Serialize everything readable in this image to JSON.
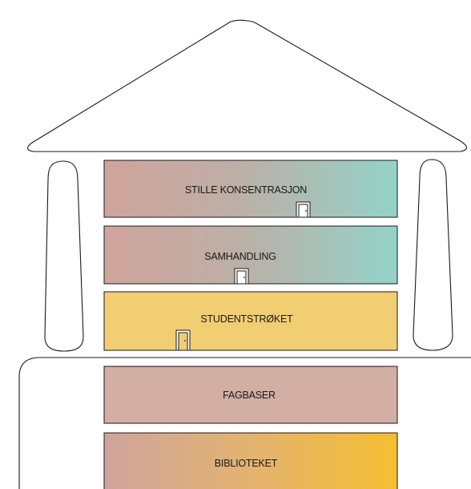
{
  "building": {
    "floors": [
      {
        "key": "stille",
        "label": "STILLE KONSENTRASJON",
        "fill": "gradient",
        "colors": [
          "#CFA49C",
          "#94D2C9"
        ],
        "has_door": true
      },
      {
        "key": "samhandling",
        "label": "SAMHANDLING",
        "fill": "gradient",
        "colors": [
          "#CFA49C",
          "#94D2C9"
        ],
        "has_door": true
      },
      {
        "key": "student",
        "label": "STUDENTSTRØKET",
        "fill": "solid",
        "colors": [
          "#F2CE72"
        ],
        "has_door": true
      },
      {
        "key": "fagbaser",
        "label": "FAGBASER",
        "fill": "solid",
        "colors": [
          "#D2AEA3"
        ],
        "has_door": false
      },
      {
        "key": "bibliotek",
        "label": "BIBLIOTEKET",
        "fill": "gradient",
        "colors": [
          "#CFA49C",
          "#F5BE32"
        ],
        "has_door": false
      }
    ],
    "outline_color": "#1a1a1a"
  }
}
